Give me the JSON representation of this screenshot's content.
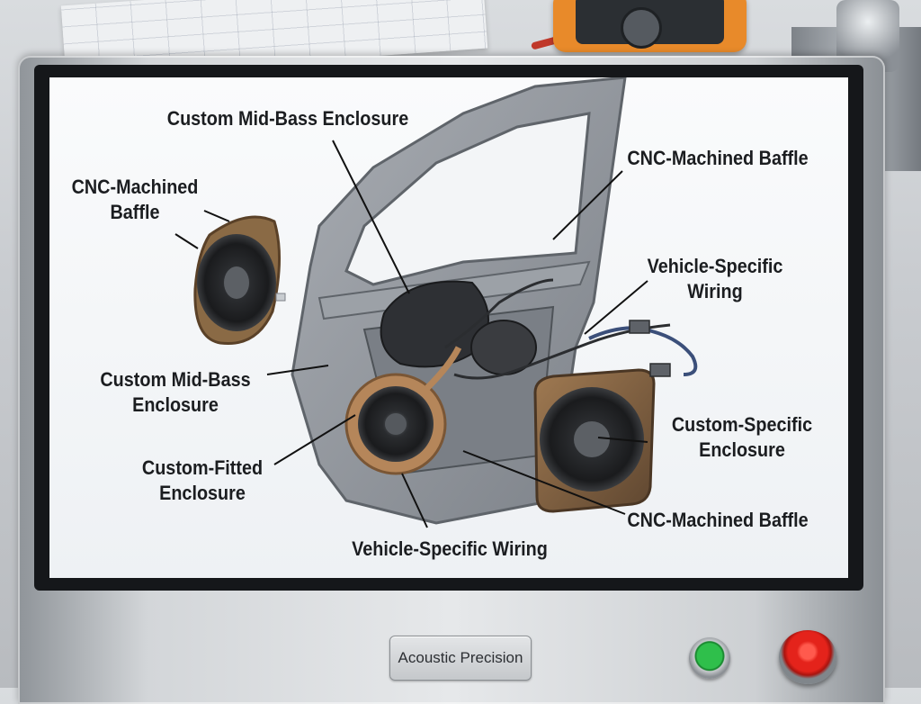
{
  "callouts": {
    "top_center": "Custom Mid-Bass Enclosure",
    "left_baffle": "CNC-Machined\nBaffle",
    "right_top_baffle": "CNC-Machined Baffle",
    "wiring_right": "Vehicle-Specific\nWiring",
    "left_midbass": "Custom Mid-Bass\nEnclosure",
    "right_enclosure": "Custom-Specific\nEnclosure",
    "left_fitted": "Custom-Fitted\nEnclosure",
    "bottom_baffle": "CNC-Machined Baffle",
    "bottom_wiring": "Vehicle-Specific Wiring"
  },
  "console": {
    "badge_label": "Acoustic Precision"
  },
  "colors": {
    "enclosure_bronze": "#8a6a45",
    "baffle_tan": "#b5865a",
    "door_gray": "#8d9299",
    "start_button": "#2fbf4b",
    "stop_button": "#e4231b"
  }
}
